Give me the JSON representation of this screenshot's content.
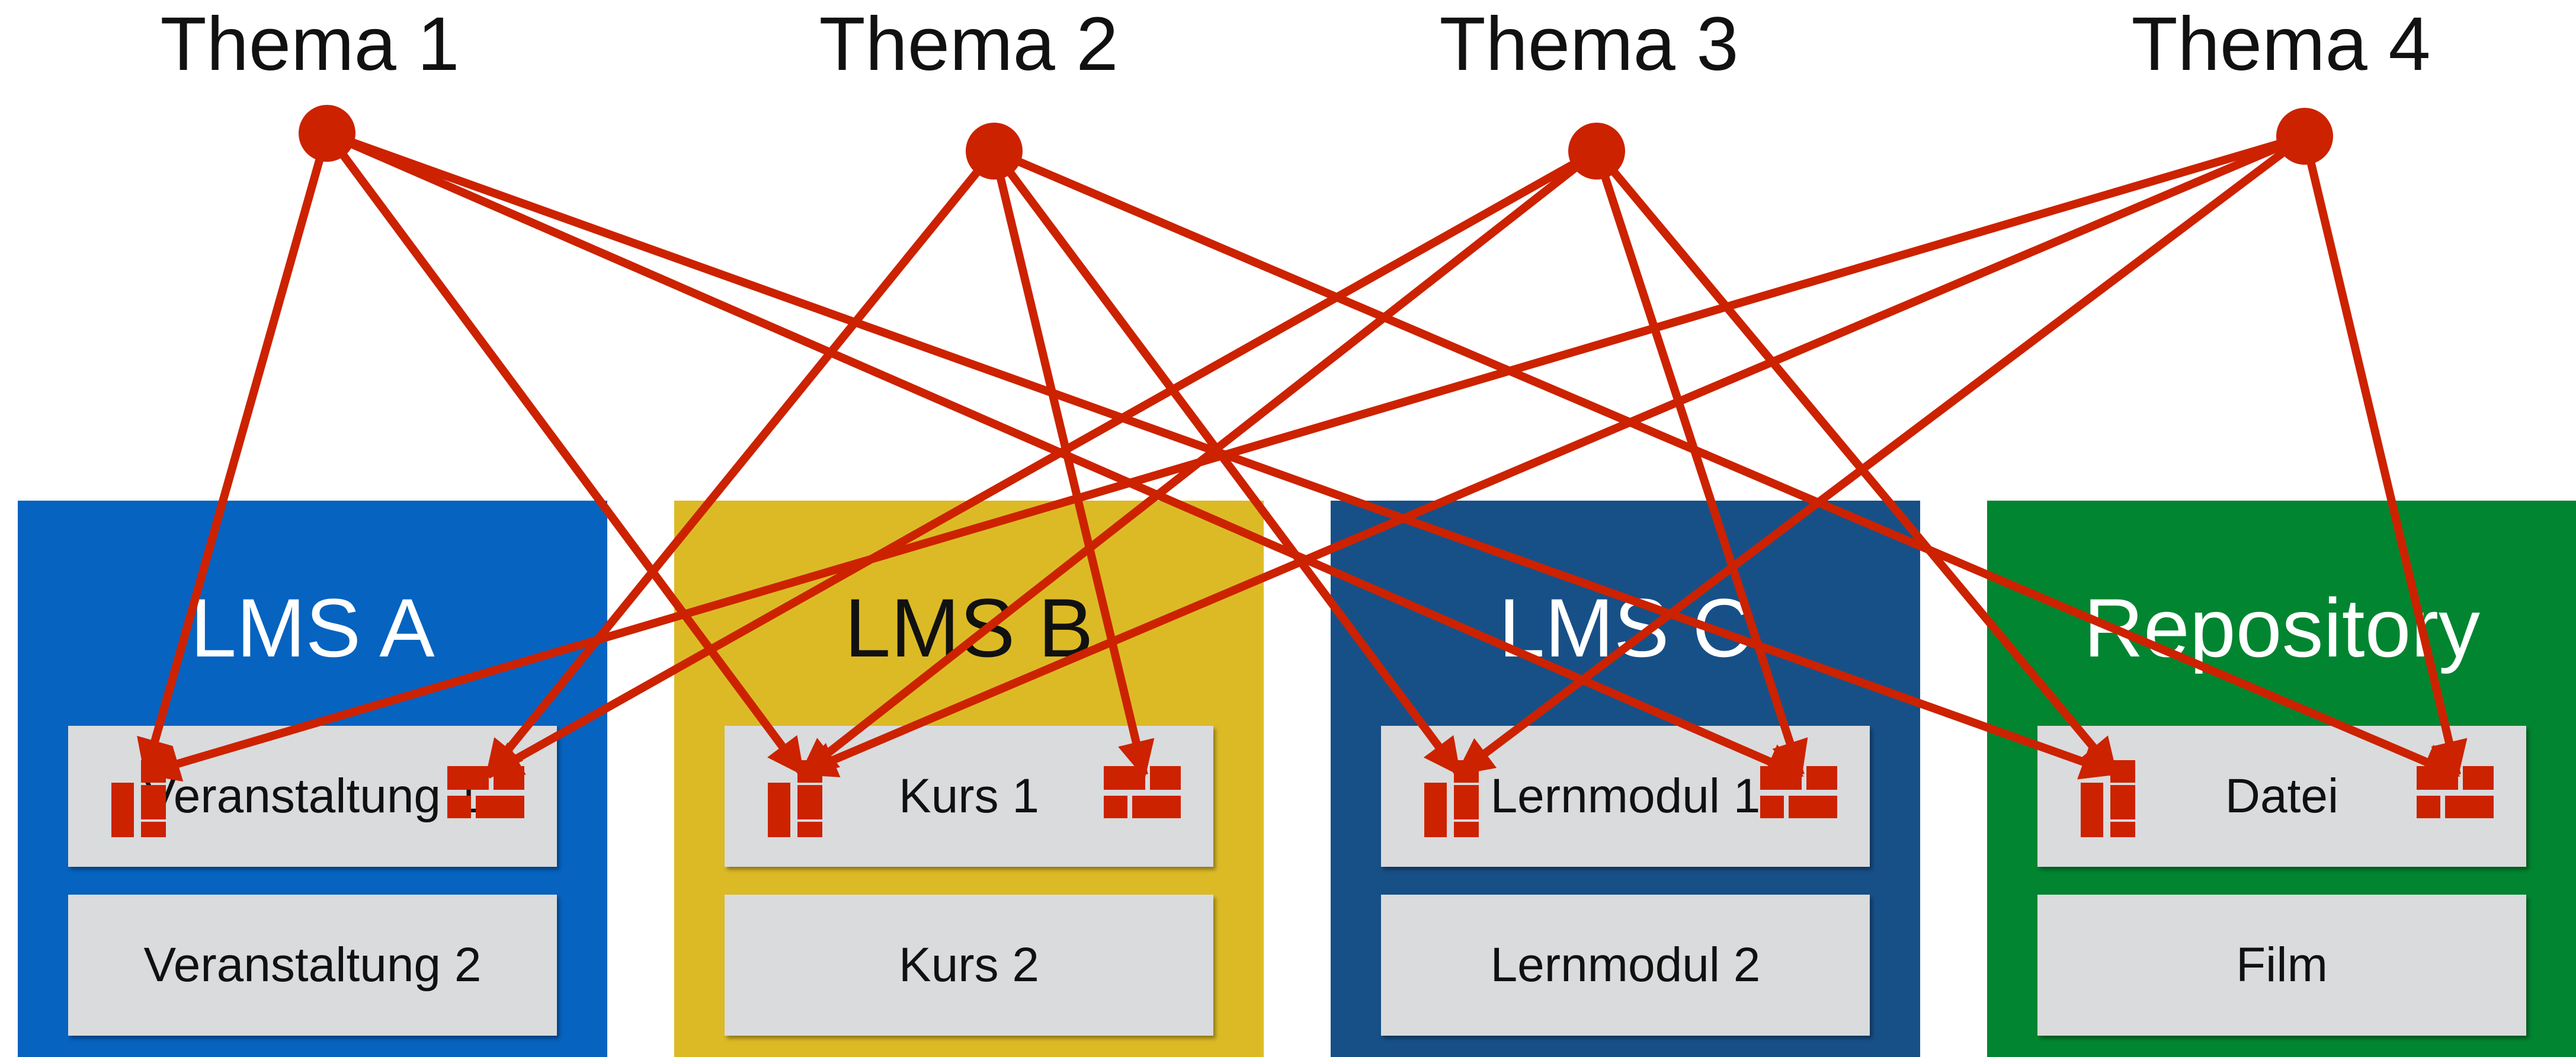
{
  "topics": [
    {
      "id": "t1",
      "label": "Thema 1"
    },
    {
      "id": "t2",
      "label": "Thema 2"
    },
    {
      "id": "t3",
      "label": "Thema 3"
    },
    {
      "id": "t4",
      "label": "Thema 4"
    }
  ],
  "systems": [
    {
      "id": "lmsA",
      "title": "LMS A",
      "color": "#0663c0",
      "title_color": "#ffffff",
      "items": [
        "Veranstaltung 1",
        "Veranstaltung 2"
      ]
    },
    {
      "id": "lmsB",
      "title": "LMS B",
      "color": "#dcba26",
      "title_color": "#111111",
      "items": [
        "Kurs 1",
        "Kurs 2"
      ]
    },
    {
      "id": "lmsC",
      "title": "LMS C",
      "color": "#175087",
      "title_color": "#ffffff",
      "items": [
        "Lernmodul 1",
        "Lernmodul 2"
      ]
    },
    {
      "id": "repo",
      "title": "Repository",
      "color": "#028530",
      "title_color": "#ffffff",
      "items": [
        "Datei",
        "Film"
      ]
    }
  ],
  "icons": {
    "left": "info-block-icon",
    "right": "brick-grid-icon"
  },
  "links": [
    {
      "from": "t1",
      "to": "lmsA.left"
    },
    {
      "from": "t1",
      "to": "lmsB.left"
    },
    {
      "from": "t1",
      "to": "lmsC.right"
    },
    {
      "from": "t1",
      "to": "repo.left"
    },
    {
      "from": "t2",
      "to": "lmsA.right"
    },
    {
      "from": "t2",
      "to": "lmsB.right"
    },
    {
      "from": "t2",
      "to": "lmsC.left"
    },
    {
      "from": "t2",
      "to": "repo.right"
    },
    {
      "from": "t3",
      "to": "lmsA.right"
    },
    {
      "from": "t3",
      "to": "lmsB.left"
    },
    {
      "from": "t3",
      "to": "lmsC.right"
    },
    {
      "from": "t3",
      "to": "repo.left"
    },
    {
      "from": "t4",
      "to": "lmsA.left"
    },
    {
      "from": "t4",
      "to": "lmsB.left"
    },
    {
      "from": "t4",
      "to": "lmsC.left"
    },
    {
      "from": "t4",
      "to": "repo.right"
    }
  ],
  "colors": {
    "link": "#cc2200",
    "icon": "#cc2200"
  }
}
